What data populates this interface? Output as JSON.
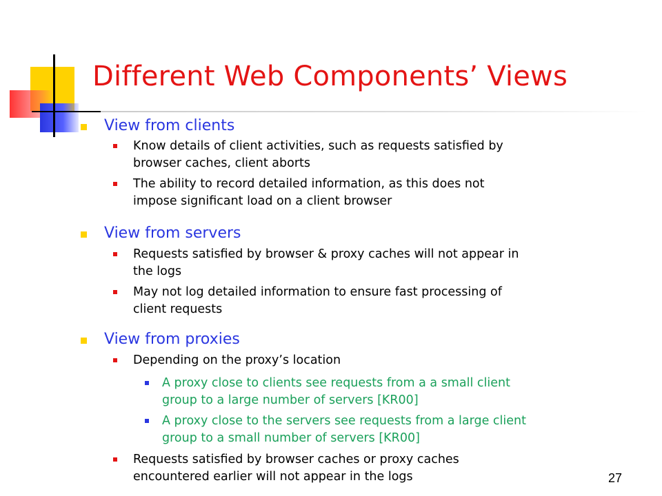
{
  "slide": {
    "title": "Different Web Components’ Views",
    "page_number": "27",
    "colors": {
      "title": "#e41414",
      "level1_text": "#2a36e0",
      "level2_text": "#000000",
      "level3_text": "#1aa05a",
      "level1_bullet": "#ffd200",
      "level2_bullet": "#e41414",
      "level3_bullet": "#2a36e0"
    },
    "items": [
      {
        "text": "View from clients"
      },
      {
        "line1": "Know details of client activities, such as requests satisfied by",
        "line2": "browser caches, client aborts"
      },
      {
        "line1": "The ability to record detailed information, as this does not",
        "line2": "impose significant load on a client browser"
      },
      {
        "text": "View from servers"
      },
      {
        "line1": "Requests satisfied by browser & proxy caches will not appear in",
        "line2": "the logs"
      },
      {
        "line1": "May not log detailed information to ensure fast processing of",
        "line2": "client requests"
      },
      {
        "text": "View from proxies"
      },
      {
        "text": "Depending on the proxy’s location"
      },
      {
        "line1": "A proxy close to clients see requests from a a small client",
        "line2": "group to a large number of servers [KR00]"
      },
      {
        "line1": "A proxy close to the servers see requests from a large client",
        "line2": "group to a small number of servers [KR00]"
      },
      {
        "line1": "Requests satisfied by browser caches or proxy caches",
        "line2": "encountered earlier will not appear in the logs"
      }
    ]
  }
}
